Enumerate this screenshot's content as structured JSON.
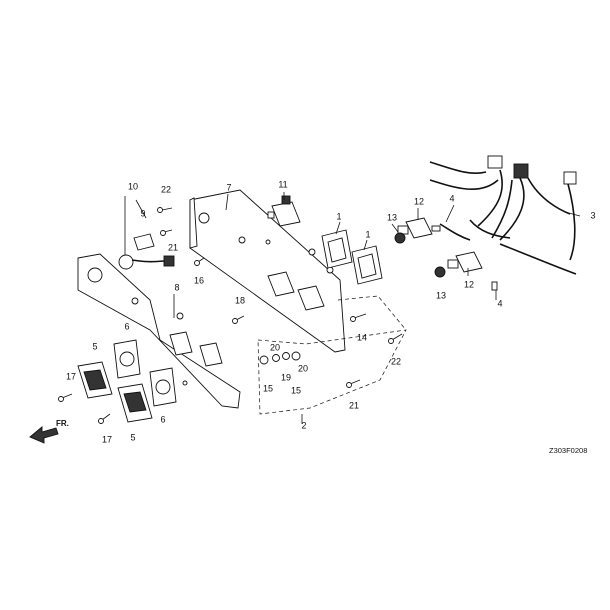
{
  "figure": {
    "reference_code": "Z303F0208",
    "direction_label": "FR."
  },
  "callouts": [
    {
      "key": "c1a",
      "text": "1"
    },
    {
      "key": "c1b",
      "text": "1"
    },
    {
      "key": "c2",
      "text": "2"
    },
    {
      "key": "c3",
      "text": "3"
    },
    {
      "key": "c4a",
      "text": "4"
    },
    {
      "key": "c4b",
      "text": "4"
    },
    {
      "key": "c5a",
      "text": "5"
    },
    {
      "key": "c5b",
      "text": "5"
    },
    {
      "key": "c6a",
      "text": "6"
    },
    {
      "key": "c6b",
      "text": "6"
    },
    {
      "key": "c7",
      "text": "7"
    },
    {
      "key": "c8",
      "text": "8"
    },
    {
      "key": "c9",
      "text": "9"
    },
    {
      "key": "c10",
      "text": "10"
    },
    {
      "key": "c11",
      "text": "11"
    },
    {
      "key": "c12a",
      "text": "12"
    },
    {
      "key": "c12b",
      "text": "12"
    },
    {
      "key": "c13a",
      "text": "13"
    },
    {
      "key": "c13b",
      "text": "13"
    },
    {
      "key": "c14",
      "text": "14"
    },
    {
      "key": "c15a",
      "text": "15"
    },
    {
      "key": "c15b",
      "text": "15"
    },
    {
      "key": "c16",
      "text": "16"
    },
    {
      "key": "c17a",
      "text": "17"
    },
    {
      "key": "c17b",
      "text": "17"
    },
    {
      "key": "c18",
      "text": "18"
    },
    {
      "key": "c19",
      "text": "19"
    },
    {
      "key": "c20a",
      "text": "20"
    },
    {
      "key": "c20b",
      "text": "20"
    },
    {
      "key": "c21a",
      "text": "21"
    },
    {
      "key": "c21b",
      "text": "21"
    },
    {
      "key": "c22a",
      "text": "22"
    },
    {
      "key": "c22b",
      "text": "22"
    }
  ]
}
